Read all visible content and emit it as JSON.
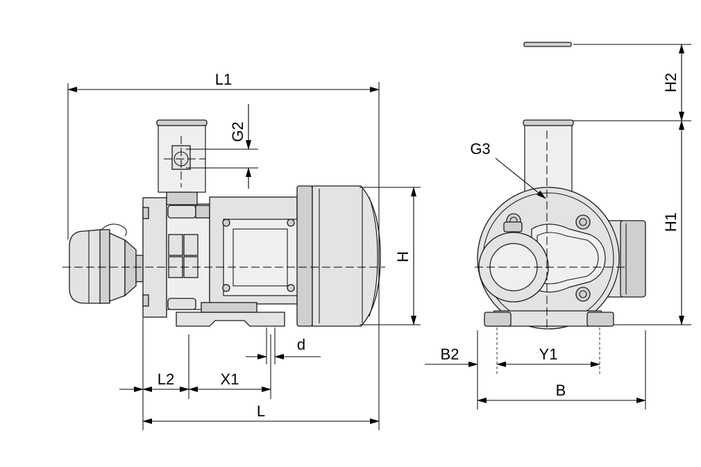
{
  "labels": {
    "L1": "L1",
    "L": "L",
    "L2": "L2",
    "X1": "X1",
    "d": "d",
    "H": "H",
    "G2": "G2",
    "G3": "G3",
    "H1": "H1",
    "H2": "H2",
    "B": "B",
    "B2": "B2",
    "Y1": "Y1"
  },
  "colors": {
    "line": "#000000",
    "body": "#e3e3e3",
    "shade": "#cfcfcf",
    "background": "#ffffff"
  }
}
